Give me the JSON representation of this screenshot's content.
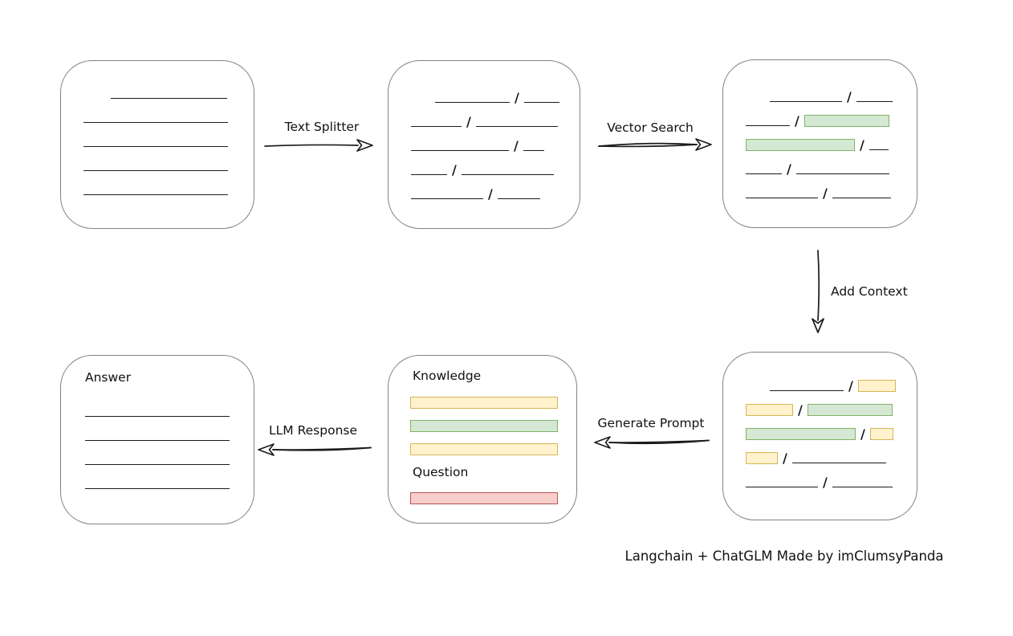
{
  "caption": "Langchain + ChatGLM Made by imClumsyPanda",
  "glyphs": {
    "slash": "/"
  },
  "colors": {
    "green_fill": "#d5e8d4",
    "green_stroke": "#82b366",
    "yellow_fill": "#fff2cc",
    "yellow_stroke": "#d6b656",
    "red_fill": "#f8cecc",
    "red_stroke": "#b85450",
    "line": "#1b1b1b",
    "card_border": "#828282"
  },
  "labels": {
    "knowledge": "Knowledge",
    "question": "Question",
    "answer": "Answer"
  },
  "arrows": {
    "text_splitter": {
      "label": "Text Splitter",
      "direction": "right"
    },
    "vector_search": {
      "label": "Vector Search",
      "direction": "right"
    },
    "add_context": {
      "label": "Add Context",
      "direction": "down"
    },
    "generate_prompt": {
      "label": "Generate Prompt",
      "direction": "left"
    },
    "llm_response": {
      "label": "LLM Response",
      "direction": "left"
    }
  },
  "documents": {
    "source": {
      "rows": [
        {
          "segments": [
            {
              "t": "line",
              "w": 145,
              "indent": 34
            }
          ]
        },
        {
          "segments": [
            {
              "t": "line",
              "w": 180
            }
          ]
        },
        {
          "segments": [
            {
              "t": "line",
              "w": 180
            }
          ]
        },
        {
          "segments": [
            {
              "t": "line",
              "w": 180
            }
          ]
        },
        {
          "segments": [
            {
              "t": "line",
              "w": 180
            }
          ]
        }
      ]
    },
    "chunks": {
      "rows": [
        {
          "segments": [
            {
              "t": "line",
              "w": 93,
              "indent": 30
            },
            {
              "t": "slash"
            },
            {
              "t": "line",
              "w": 44
            }
          ]
        },
        {
          "segments": [
            {
              "t": "line",
              "w": 63
            },
            {
              "t": "slash"
            },
            {
              "t": "line",
              "w": 102
            }
          ]
        },
        {
          "segments": [
            {
              "t": "line",
              "w": 122
            },
            {
              "t": "slash"
            },
            {
              "t": "line",
              "w": 26
            }
          ]
        },
        {
          "segments": [
            {
              "t": "line",
              "w": 45
            },
            {
              "t": "slash"
            },
            {
              "t": "line",
              "w": 115
            }
          ]
        },
        {
          "segments": [
            {
              "t": "line",
              "w": 90
            },
            {
              "t": "slash"
            },
            {
              "t": "line",
              "w": 53
            }
          ]
        }
      ]
    },
    "vector_result": {
      "rows": [
        {
          "segments": [
            {
              "t": "line",
              "w": 90,
              "indent": 30
            },
            {
              "t": "slash"
            },
            {
              "t": "line",
              "w": 45
            }
          ]
        },
        {
          "segments": [
            {
              "t": "line",
              "w": 55
            },
            {
              "t": "slash"
            },
            {
              "t": "box",
              "c": "green",
              "w": 104
            }
          ]
        },
        {
          "segments": [
            {
              "t": "box",
              "c": "green",
              "w": 134
            },
            {
              "t": "slash"
            },
            {
              "t": "line",
              "w": 24
            }
          ]
        },
        {
          "segments": [
            {
              "t": "line",
              "w": 45
            },
            {
              "t": "slash"
            },
            {
              "t": "line",
              "w": 116
            }
          ]
        },
        {
          "segments": [
            {
              "t": "line",
              "w": 90
            },
            {
              "t": "slash"
            },
            {
              "t": "line",
              "w": 73
            }
          ]
        }
      ]
    },
    "context_result": {
      "rows": [
        {
          "segments": [
            {
              "t": "line",
              "w": 92,
              "indent": 30
            },
            {
              "t": "slash"
            },
            {
              "t": "box",
              "c": "yellow",
              "w": 45
            }
          ]
        },
        {
          "segments": [
            {
              "t": "box",
              "c": "yellow",
              "w": 57
            },
            {
              "t": "slash"
            },
            {
              "t": "box",
              "c": "green",
              "w": 104
            }
          ]
        },
        {
          "segments": [
            {
              "t": "box",
              "c": "green",
              "w": 135
            },
            {
              "t": "slash"
            },
            {
              "t": "box",
              "c": "yellow",
              "w": 27
            }
          ]
        },
        {
          "segments": [
            {
              "t": "box",
              "c": "yellow",
              "w": 38
            },
            {
              "t": "slash"
            },
            {
              "t": "line",
              "w": 117
            }
          ]
        },
        {
          "segments": [
            {
              "t": "line",
              "w": 90
            },
            {
              "t": "slash"
            },
            {
              "t": "line",
              "w": 75
            }
          ]
        }
      ]
    },
    "answer": {
      "rows": [
        {
          "segments": [
            {
              "t": "line",
              "w": 180
            }
          ]
        },
        {
          "segments": [
            {
              "t": "line",
              "w": 180
            }
          ]
        },
        {
          "segments": [
            {
              "t": "line",
              "w": 180
            }
          ]
        },
        {
          "segments": [
            {
              "t": "line",
              "w": 180
            }
          ]
        }
      ]
    }
  },
  "prompt": {
    "knowledge_bars": [
      {
        "c": "yellow"
      },
      {
        "c": "green"
      },
      {
        "c": "yellow"
      }
    ],
    "question_bars": [
      {
        "c": "red"
      }
    ]
  }
}
